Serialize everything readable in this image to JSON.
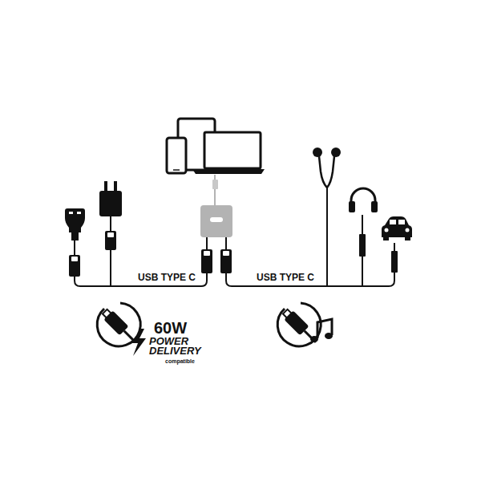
{
  "diagram": {
    "labels": [
      "USB TYPE C",
      "USB TYPE C",
      "60W",
      "POWER DELIVERY",
      "compatible"
    ]
  }
}
